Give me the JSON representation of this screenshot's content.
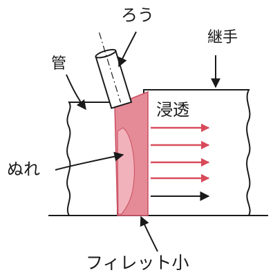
{
  "labels": {
    "pipe": "管",
    "brazing_rod": "ろう",
    "joint": "継手",
    "penetration": "浸透",
    "wetting": "ぬれ",
    "fillet": "フィレット小"
  },
  "colors": {
    "filler_fill": "#e58a97",
    "filler_edge": "#c94f61",
    "penetration_arrows": "#d84a5a",
    "outline": "#1a1a1a",
    "background": "#ffffff"
  },
  "arrows": {
    "penetration_count": 4,
    "plain_count": 1
  }
}
